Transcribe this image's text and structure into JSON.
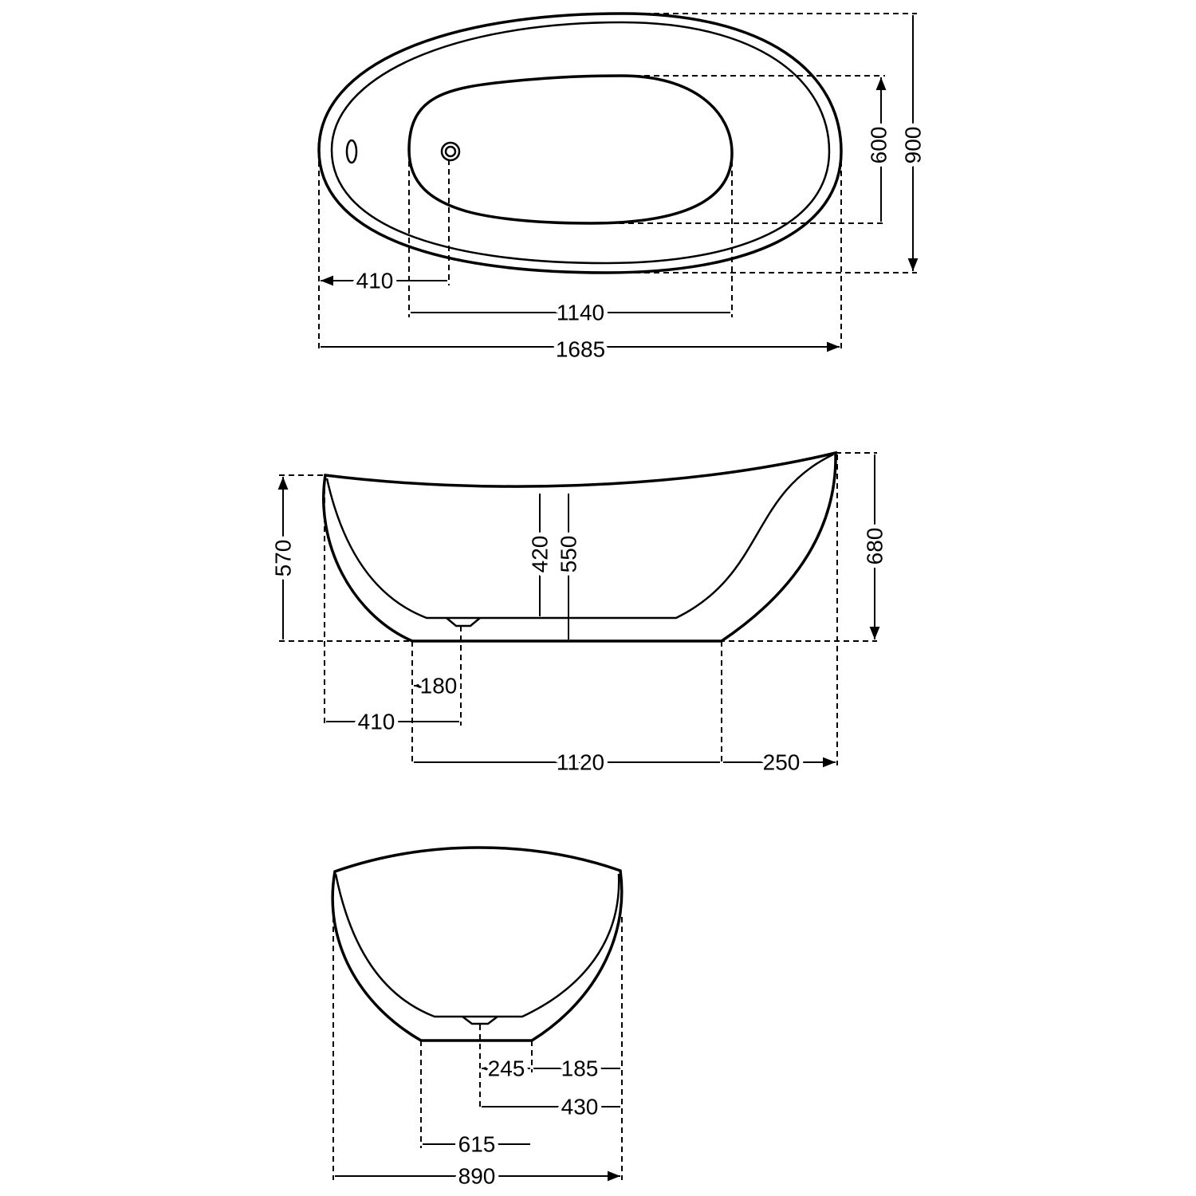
{
  "top_view": {
    "drain_offset": "410",
    "basin_length": "1140",
    "overall_length": "1685",
    "basin_width": "600",
    "overall_width": "900"
  },
  "side_view": {
    "rim_height_low": "570",
    "inner_depth": "420",
    "center_height": "550",
    "rim_height_high": "680",
    "drain_from_base": "180",
    "drain_from_end": "410",
    "base_length": "1120",
    "overhang": "250"
  },
  "end_view": {
    "drain_offset_base": "245",
    "side_overhang": "185",
    "drain_to_side": "430",
    "base_width": "615",
    "overall_width": "890"
  }
}
